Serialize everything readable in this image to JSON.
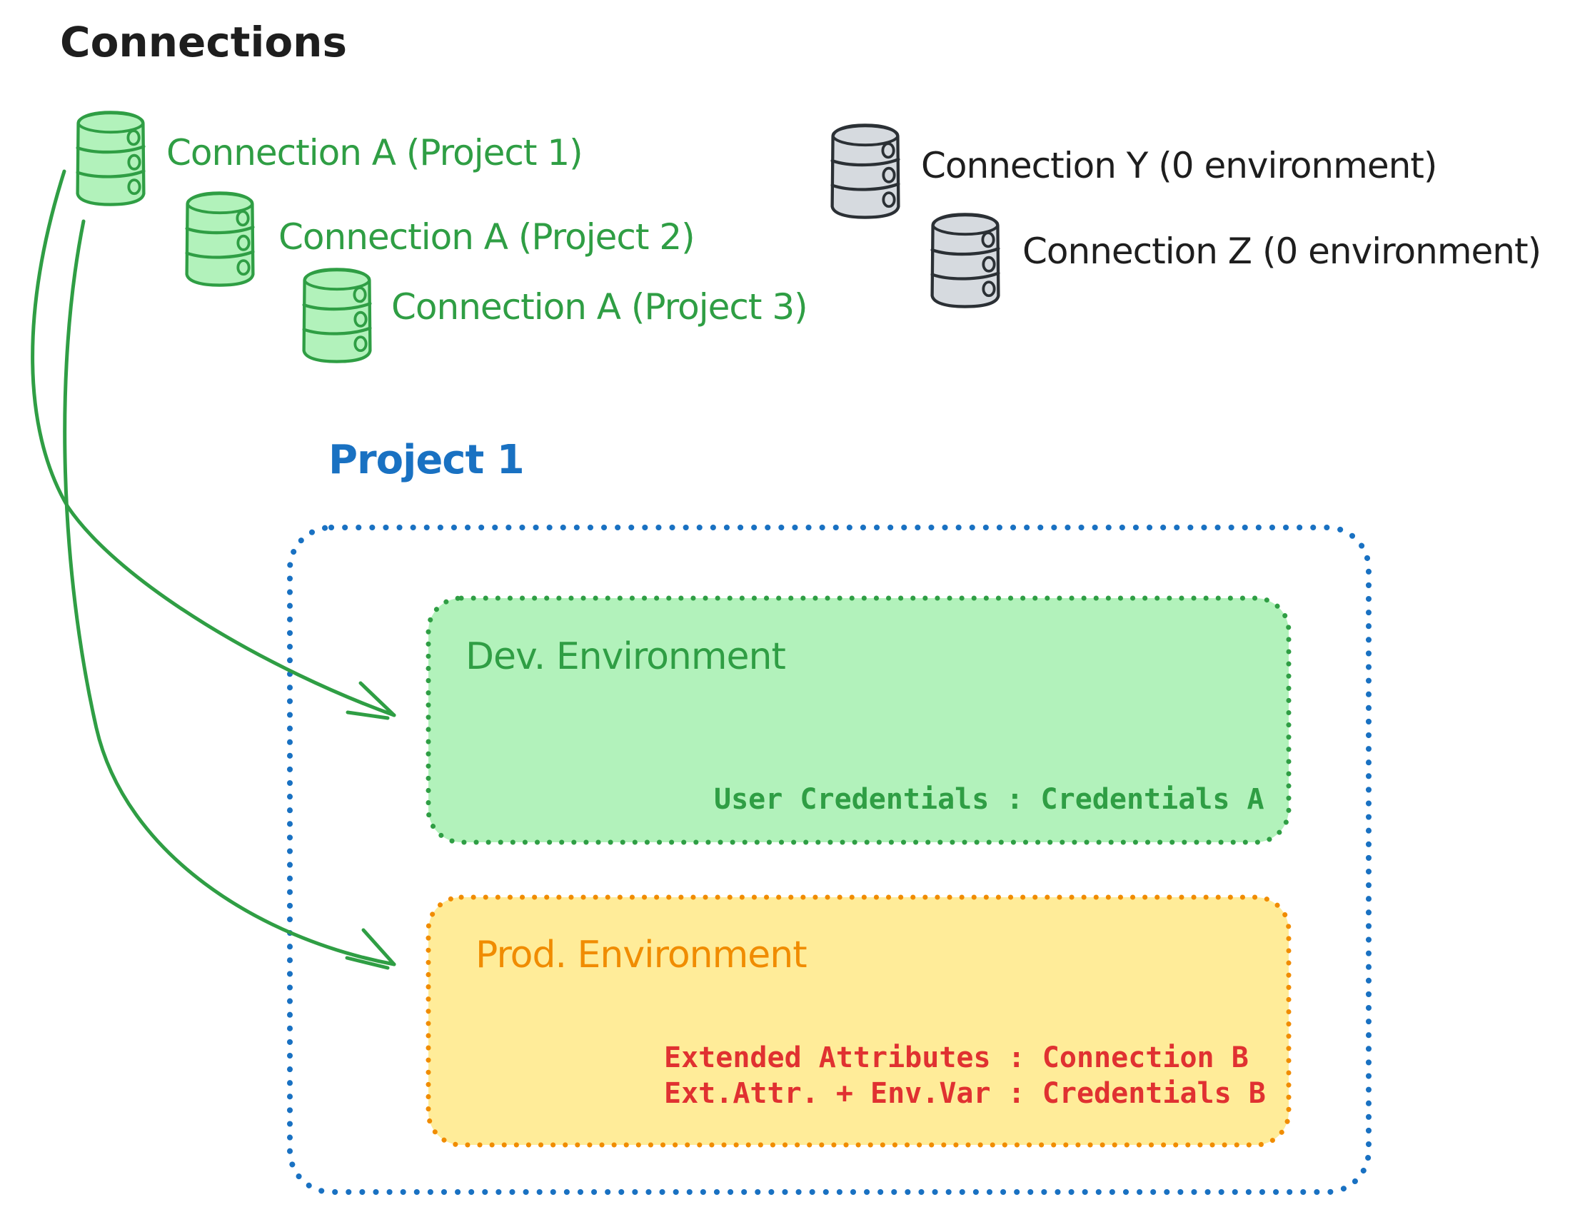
{
  "colors": {
    "canvas": "#ffffff",
    "ink": "#1e1e1e",
    "green": "#2f9e44",
    "green_fill": "#b2f2bb",
    "gray_stroke": "#2b3035",
    "gray_fill": "#d6dadf",
    "blue": "#1971c2",
    "orange": "#f08c00",
    "yellow_fill": "#ffec99",
    "red": "#e03131"
  },
  "header": {
    "title": "Connections"
  },
  "connections": {
    "assigned": [
      {
        "label": "Connection A (Project 1)"
      },
      {
        "label": "Connection A (Project 2)"
      },
      {
        "label": "Connection A (Project 3)"
      }
    ],
    "unassigned": [
      {
        "label": "Connection Y (0 environment)"
      },
      {
        "label": "Connection Z (0 environment)"
      }
    ]
  },
  "project": {
    "title": "Project 1",
    "environments": [
      {
        "name": "Dev. Environment",
        "mappings": [
          "User Credentials : Credentials A"
        ]
      },
      {
        "name": "Prod. Environment",
        "mappings": [
          "Extended Attributes : Connection B",
          "Ext.Attr. + Env.Var : Credentials B"
        ]
      }
    ]
  }
}
